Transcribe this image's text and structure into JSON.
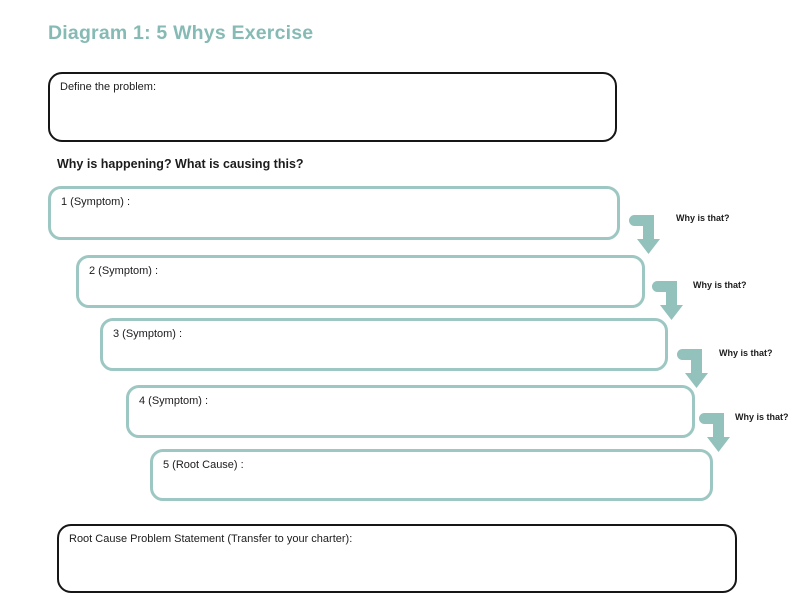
{
  "page": {
    "title": "Diagram 1: 5 Whys Exercise"
  },
  "colors": {
    "title_teal": "#86bab4",
    "box_teal_border": "#9dc7c2",
    "arrow_teal": "#93c1bb",
    "box_black_border": "#161616",
    "text": "#1c1c1c",
    "background": "#ffffff"
  },
  "define_box": {
    "label": "Define the problem:"
  },
  "question_heading": "Why is happening? What is causing this?",
  "why_boxes": [
    {
      "label": "1 (Symptom) :"
    },
    {
      "label": "2 (Symptom) :"
    },
    {
      "label": "3 (Symptom) :"
    },
    {
      "label": "4 (Symptom) :"
    },
    {
      "label": "5 (Root Cause) :"
    }
  ],
  "arrows": [
    {
      "label": "Why is that?"
    },
    {
      "label": "Why is that?"
    },
    {
      "label": "Why is that?"
    },
    {
      "label": "Why is that?"
    }
  ],
  "root_cause_box": {
    "label": "Root Cause Problem Statement (Transfer to your charter):"
  },
  "icons": {
    "why_arrow": "elbow-down-arrow"
  }
}
